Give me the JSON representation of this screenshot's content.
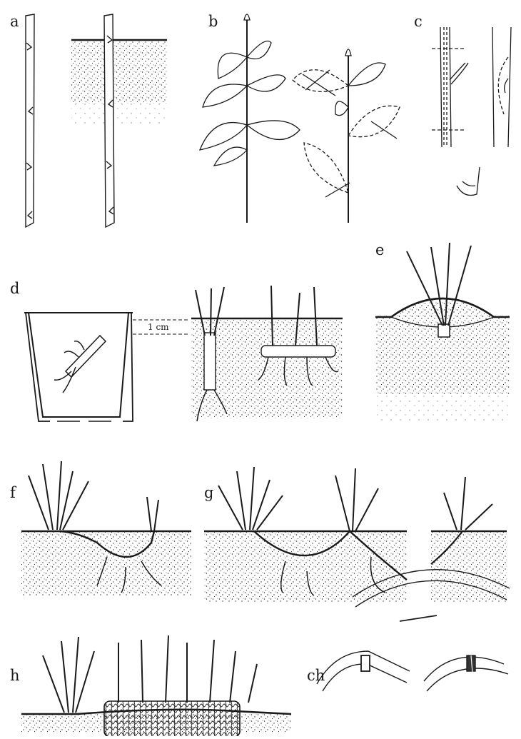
{
  "figure": {
    "panels": [
      {
        "id": "a",
        "label": "a",
        "depicts": "hardwood-cuttings"
      },
      {
        "id": "b",
        "label": "b",
        "depicts": "softwood-cuttings"
      },
      {
        "id": "c",
        "label": "c",
        "depicts": "heel-and-node-cuts"
      },
      {
        "id": "d",
        "label": "d",
        "depicts": "root-cuttings"
      },
      {
        "id": "e",
        "label": "e",
        "depicts": "mound-layering"
      },
      {
        "id": "f",
        "label": "f",
        "depicts": "simple-layering"
      },
      {
        "id": "g",
        "label": "g",
        "depicts": "serpentine-layering"
      },
      {
        "id": "h",
        "label": "h",
        "depicts": "trench-layering"
      },
      {
        "id": "ch",
        "label": "ch",
        "depicts": "wounding-ringing-wiring"
      }
    ],
    "dimension_label": "1 cm"
  },
  "colors": {
    "ink": "#1a1a1a",
    "paper": "#ffffff",
    "soil_dot": "#3a3a3a"
  }
}
